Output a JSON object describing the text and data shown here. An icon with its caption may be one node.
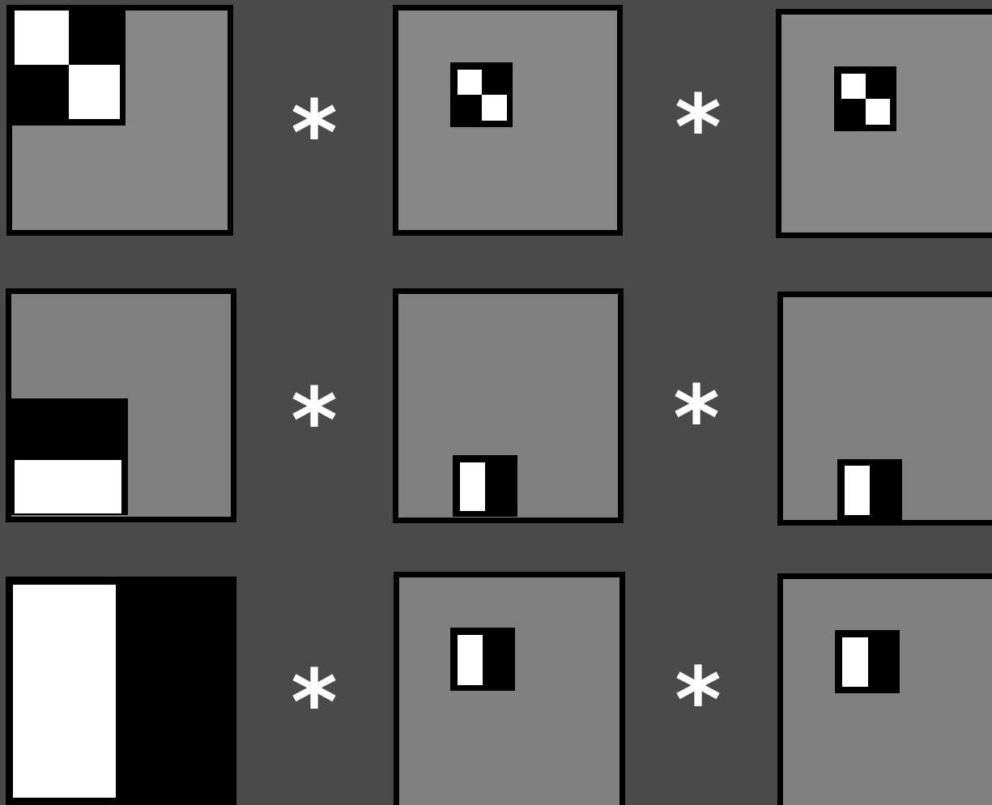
{
  "diagram": {
    "nodes": [
      {
        "text": [],
        "shape": "box"
      },
      {
        "text": [],
        "shape": "box"
      },
      {
        "text": [],
        "shape": "box"
      },
      {
        "text": [],
        "shape": "box"
      },
      {
        "text": [],
        "shape": "box"
      },
      {
        "text": [],
        "shape": "box"
      },
      {
        "text": [],
        "shape": "box"
      },
      {
        "text": [],
        "shape": "box"
      },
      {
        "text": [],
        "shape": "box"
      }
    ],
    "labels": [
      "*",
      "*",
      "*",
      "*",
      "*",
      "*"
    ]
  }
}
